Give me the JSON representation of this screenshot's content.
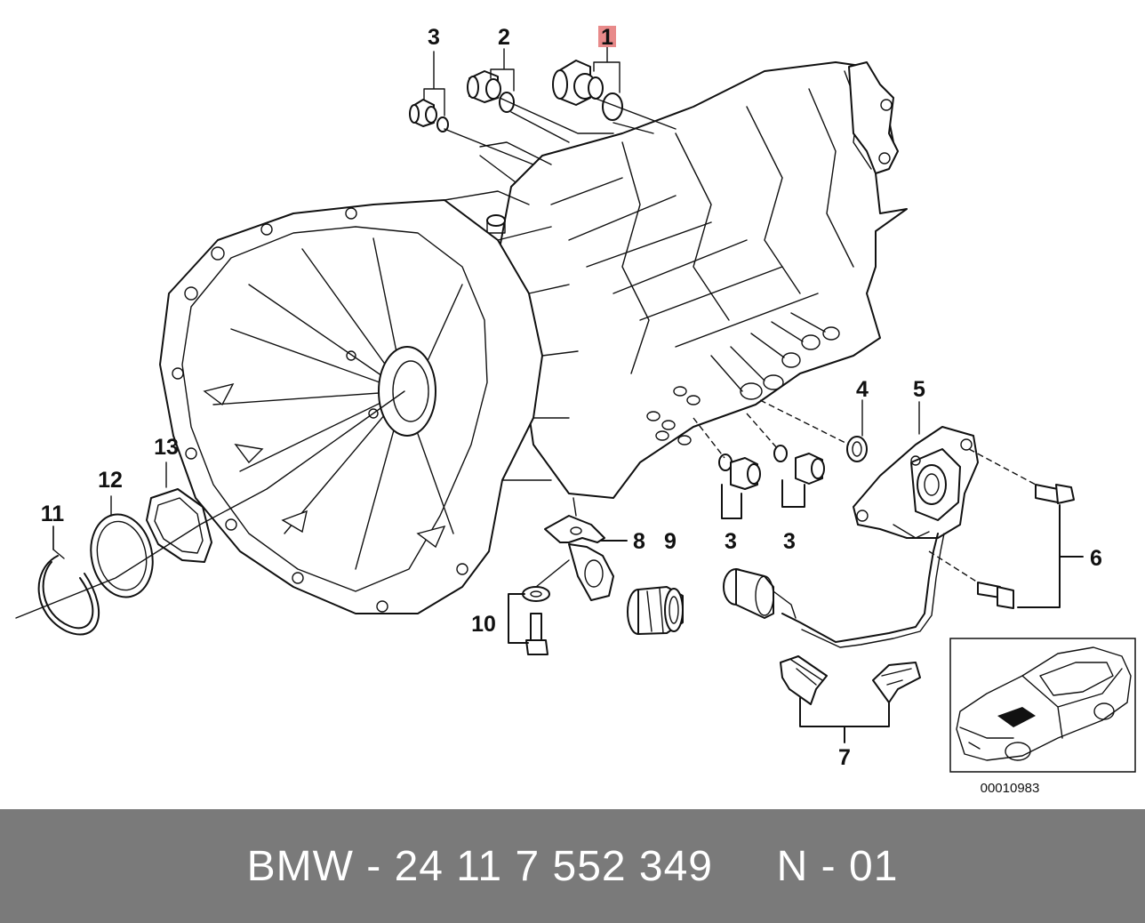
{
  "diagram": {
    "callouts": {
      "c1": "1",
      "c2": "2",
      "c3a": "3",
      "c3b": "3",
      "c3c": "3",
      "c4": "4",
      "c5": "5",
      "c6": "6",
      "c7": "7",
      "c8": "8",
      "c9": "9",
      "c10": "10",
      "c11": "11",
      "c12": "12",
      "c13": "13"
    },
    "highlighted_callout": "1",
    "highlight_color": "#e88a8a",
    "reference_number": "00010983"
  },
  "banner": {
    "text": "BMW - 24 11 7 552 349     N - 01",
    "background": "#7a7a7a",
    "text_color": "#ffffff"
  }
}
